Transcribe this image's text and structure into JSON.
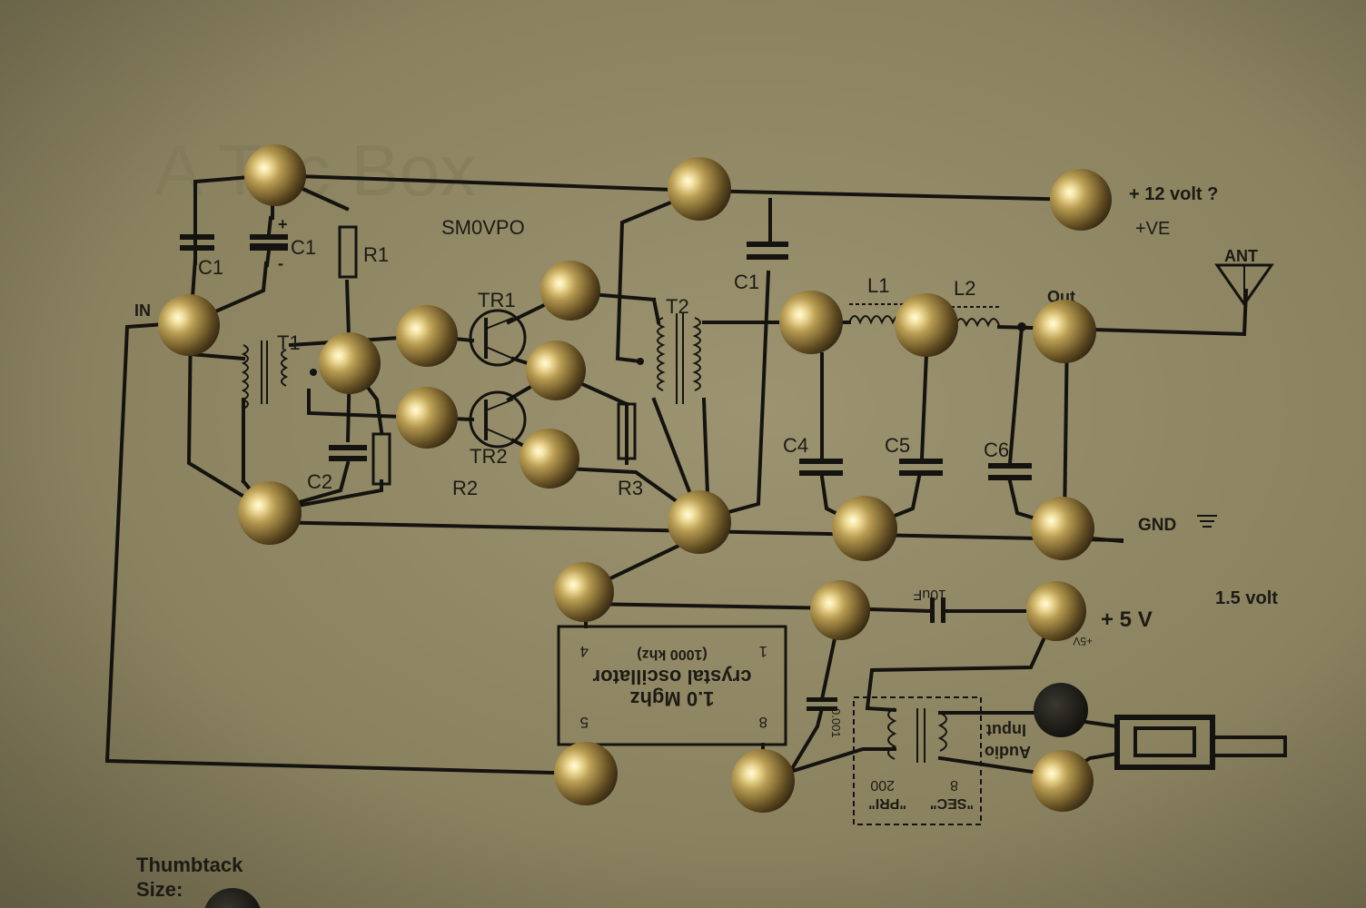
{
  "schematic": {
    "header_faded": "A Tac Box",
    "callsign": "SM0VPO",
    "components": {
      "c1_left": "C1",
      "c1_elec": "C1",
      "c1_plus": "+",
      "c1_minus": "-",
      "c1_right": "C1",
      "r1": "R1",
      "r2": "R2",
      "r3": "R3",
      "t1": "T1",
      "t2": "T2",
      "tr1": "TR1",
      "tr2": "TR2",
      "c2": "C2",
      "c4": "C4",
      "c5": "C5",
      "c6": "C6",
      "l1": "L1",
      "l2": "L2",
      "cap_10uf": "10uF",
      "cap_0001": "0.001"
    },
    "terminals": {
      "in": "IN",
      "out": "Out",
      "ant": "ANT",
      "gnd": "GND",
      "plus12": "+ 12 volt ?",
      "plus_ve": "+VE",
      "plus5": "+ 5 V",
      "plus5_small": "+5V",
      "v15": "1.5 volt"
    },
    "oscillator": {
      "freq": "1.0 Mghz",
      "name": "crystal oscillator",
      "khz": "(1000 khz)",
      "pin1": "1",
      "pin4": "4",
      "pin5": "5",
      "pin8": "8"
    },
    "audio": {
      "label1": "Audio",
      "label2": "Input",
      "pri_val": "200",
      "pri": "\"PRI\"",
      "sec_val": "8",
      "sec": "\"SEC\""
    },
    "legend": {
      "line1": "Thumbtack",
      "line2": "Size:"
    },
    "colors": {
      "paper": "#8c8462",
      "ink": "#14130f",
      "tack": "#b89c52"
    }
  }
}
